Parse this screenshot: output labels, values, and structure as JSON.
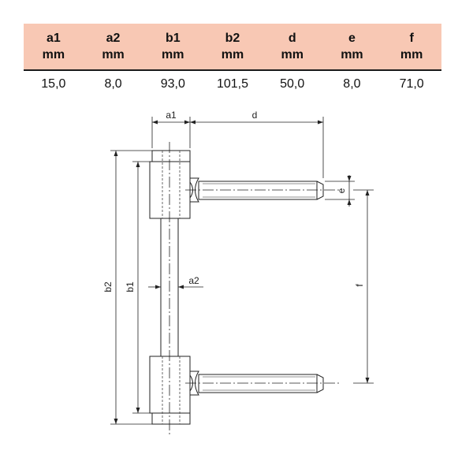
{
  "table": {
    "columns": [
      {
        "name": "a1",
        "unit": "mm",
        "value": "15,0"
      },
      {
        "name": "a2",
        "unit": "mm",
        "value": "8,0"
      },
      {
        "name": "b1",
        "unit": "mm",
        "value": "93,0"
      },
      {
        "name": "b2",
        "unit": "mm",
        "value": "101,5"
      },
      {
        "name": "d",
        "unit": "mm",
        "value": "50,0"
      },
      {
        "name": "e",
        "unit": "mm",
        "value": "8,0"
      },
      {
        "name": "f",
        "unit": "mm",
        "value": "71,0"
      }
    ]
  },
  "drawing": {
    "labels": {
      "a1": "a1",
      "d": "d",
      "e": "e",
      "a2": "a2",
      "b1": "b1",
      "b2": "b2",
      "f": "f"
    }
  }
}
